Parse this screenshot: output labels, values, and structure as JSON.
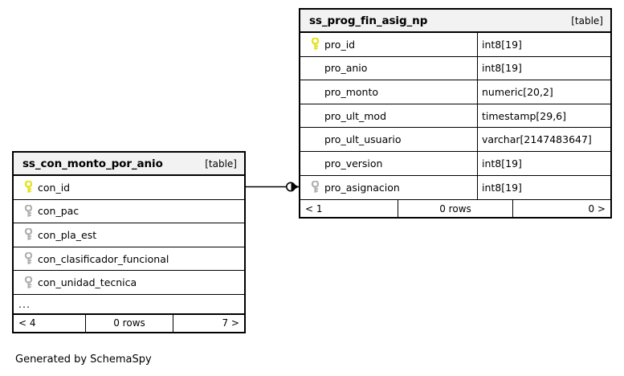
{
  "diagram": {
    "caption": "Generated by SchemaSpy",
    "background_color": "#ffffff",
    "border_color": "#000000",
    "header_fill": "#f2f2f2",
    "primary_key_color": "#e8e81c",
    "foreign_key_color": "#b4b4b4"
  },
  "tables": [
    {
      "name": "ss_prog_fin_asig_np",
      "kind": "[table]",
      "show_types": true,
      "columns": [
        {
          "key": "primary",
          "key_icon": "yellow-key-icon",
          "name": "pro_id",
          "type": "int8[19]"
        },
        {
          "key": "none",
          "key_icon": "",
          "name": "pro_anio",
          "type": "int8[19]"
        },
        {
          "key": "none",
          "key_icon": "",
          "name": "pro_monto",
          "type": "numeric[20,2]"
        },
        {
          "key": "none",
          "key_icon": "",
          "name": "pro_ult_mod",
          "type": "timestamp[29,6]"
        },
        {
          "key": "none",
          "key_icon": "",
          "name": "pro_ult_usuario",
          "type": "varchar[2147483647]"
        },
        {
          "key": "none",
          "key_icon": "",
          "name": "pro_version",
          "type": "int8[19]"
        },
        {
          "key": "foreign",
          "key_icon": "gray-key-icon",
          "name": "pro_asignacion",
          "type": "int8[19]"
        }
      ],
      "has_ellipsis": false,
      "footer": {
        "left": "< 1",
        "middle": "0 rows",
        "right": "0 >"
      }
    },
    {
      "name": "ss_con_monto_por_anio",
      "kind": "[table]",
      "show_types": false,
      "columns": [
        {
          "key": "primary",
          "key_icon": "yellow-key-icon",
          "name": "con_id",
          "type": ""
        },
        {
          "key": "foreign",
          "key_icon": "gray-key-icon",
          "name": "con_pac",
          "type": ""
        },
        {
          "key": "foreign",
          "key_icon": "gray-key-icon",
          "name": "con_pla_est",
          "type": ""
        },
        {
          "key": "foreign",
          "key_icon": "gray-key-icon",
          "name": "con_clasificador_funcional",
          "type": ""
        },
        {
          "key": "foreign",
          "key_icon": "gray-key-icon",
          "name": "con_unidad_tecnica",
          "type": ""
        }
      ],
      "has_ellipsis": true,
      "ellipsis": "...",
      "footer": {
        "left": "< 4",
        "middle": "0 rows",
        "right": "7 >"
      }
    }
  ],
  "relationships": [
    {
      "from_table": "ss_con_monto_por_anio",
      "from_column": "con_id",
      "to_table": "ss_prog_fin_asig_np",
      "to_column": "pro_asignacion",
      "source_notation": "zero-circle",
      "target_notation": "crows-foot"
    }
  ]
}
